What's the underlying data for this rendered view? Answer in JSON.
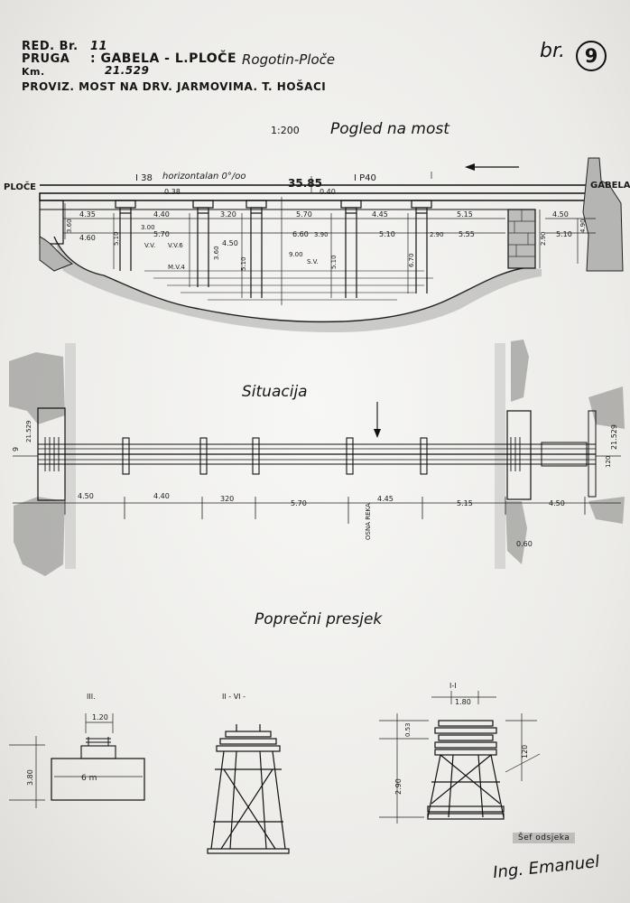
{
  "header": {
    "red_br_label": "RED. Br.",
    "red_br_value": "11",
    "pruga_label": "PRUGA",
    "pruga_value": ": GABELA - L.PLOČE",
    "pruga_place": "Rogotin-Ploče",
    "km_label": "Km.",
    "km_value": "21.529",
    "description": "PROVIZ. MOST NA DRV. JARMOVIMA. T. HOŠACI",
    "sheet_prefix": "br.",
    "sheet_number": "9"
  },
  "elevation": {
    "scale": "1:200",
    "title": "Pogled na most",
    "left_station": "PLOČE",
    "right_station": "GABELA",
    "beam_left": "I 38",
    "beam_right": "I P40",
    "grade_note": "horizontalan 0°/oo",
    "level": "35.85",
    "dim_038": "0.38",
    "dim_040": "0.40",
    "spans_upper": [
      "4.35",
      "4.40",
      "3.20",
      "5.70",
      "4.45",
      "5.15",
      "4.50"
    ],
    "spans_lower": [
      "4.60",
      "5.70",
      "4.50",
      "6.60",
      "5.10",
      "5.55",
      "5.10"
    ],
    "heights": [
      "3.60",
      "5.10",
      "3.00",
      "3.60",
      "5.10",
      "9.00",
      "3.90",
      "5.10",
      "2.90",
      "6.70",
      "2.90",
      "4.90"
    ],
    "water_labels": [
      "V.V.",
      "V.V.6",
      "M.V.4",
      "S.V."
    ]
  },
  "plan": {
    "title": "Situacija",
    "spans": [
      "4.50",
      "4.40",
      "320",
      "5.70",
      "4.45",
      "5.15",
      "4.50"
    ],
    "left_marks": [
      "9",
      "21.529"
    ],
    "right_marks": [
      "21.529",
      "120"
    ],
    "axis_label": "OSNA REKA",
    "abut_dim": "0.60"
  },
  "sections": {
    "title": "Poprečni presjek",
    "sec1_label": "III.",
    "sec1_width": "1.20",
    "sec1_height": "3.80",
    "sec1_base": "6 m",
    "sec2_label": "II - VI -",
    "sec3_label": "I-I",
    "sec3_width": "1.80",
    "sec3_top": "0.53",
    "sec3_height": "2.90",
    "sec3_right": "120"
  },
  "stamp": {
    "text": "Šef odsjeka",
    "signature": "Ing. Emanuel"
  }
}
